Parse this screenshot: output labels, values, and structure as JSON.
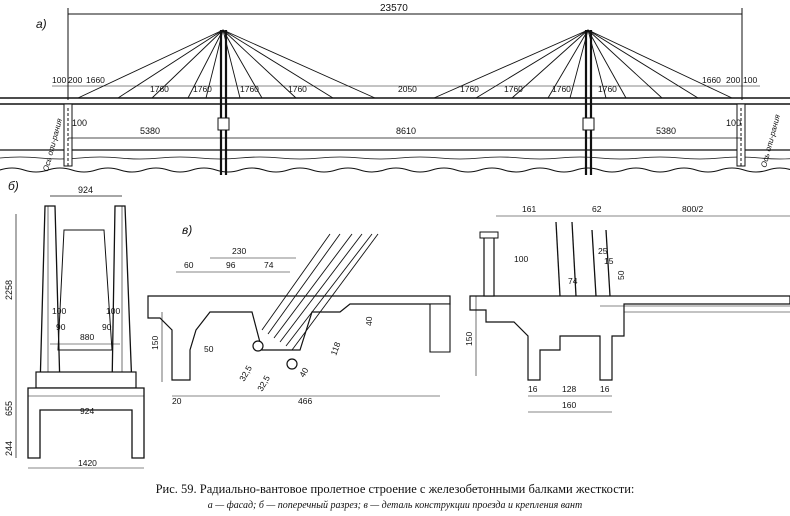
{
  "caption": {
    "title": "Рис. 59. Радиально-вантовое пролетное строение с железобетонными балками жесткости:",
    "subtitle": "а — фасад; б — поперечный разрез; в — деталь конструкции проезда и крепления вант"
  },
  "facade": {
    "label": "а)",
    "total_length": "23570",
    "spans_top": [
      "100",
      "200",
      "1660",
      "1760",
      "1760",
      "1760",
      "1760",
      "2050",
      "1760",
      "1760",
      "1760",
      "1760",
      "1660",
      "200",
      "100"
    ],
    "spans_bottom": [
      "5380",
      "8610",
      "5380"
    ],
    "pier_offset_left": "100",
    "pier_offset_right": "100",
    "axis_left": "Ось опи-рания",
    "axis_right": "Ось опи-рания"
  },
  "cross_section": {
    "label": "б)",
    "top_width": "924",
    "height_top": "2258",
    "height_mid": "655",
    "height_base": "244",
    "dim_100_left": "100",
    "dim_100_right": "100",
    "dim_90_left": "90",
    "dim_90_right": "90",
    "inner_width": "880",
    "lower_width": "924",
    "base_width": "1420"
  },
  "detail": {
    "label": "в)",
    "dims_left": [
      "230",
      "60",
      "96",
      "74",
      "150",
      "50",
      "40",
      "118",
      "32,5",
      "32,5",
      "40",
      "20",
      "466"
    ],
    "dims_right": [
      "161",
      "62",
      "800/2",
      "100",
      "74",
      "25",
      "15",
      "50",
      "150",
      "16",
      "128",
      "16",
      "160"
    ]
  }
}
